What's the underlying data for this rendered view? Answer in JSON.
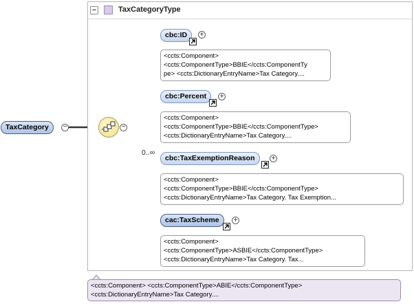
{
  "type_box": {
    "title": "TaxCategoryType"
  },
  "root": {
    "label": "TaxCategory",
    "doc": "<ccts:Component> <ccts:ComponentType>ABIE</ccts:ComponentType>\n<ccts:DictionaryEntryName>Tax Category...."
  },
  "children": [
    {
      "label": "cbc:ID",
      "doc": "<ccts:Component>\n<ccts:ComponentType>BBIE</ccts:ComponentTy\npe> <ccts:DictionaryEntryName>Tax Category...."
    },
    {
      "label": "cbc:Percent",
      "doc": "<ccts:Component>\n<ccts:ComponentType>BBIE</ccts:ComponentType>\n<ccts:DictionaryEntryName>Tax Category...."
    },
    {
      "label": "cbc:TaxExemptionReason",
      "cardinality": "0..∞",
      "doc": "<ccts:Component>\n<ccts:ComponentType>BBIE</ccts:ComponentType>\n<ccts:DictionaryEntryName>Tax Category. Tax Exemption..."
    },
    {
      "label": "cac:TaxScheme",
      "doc": "<ccts:Component>\n<ccts:ComponentType>ASBIE</ccts:ComponentType>\n<ccts:DictionaryEntryName>Tax Category. Tax..."
    }
  ]
}
